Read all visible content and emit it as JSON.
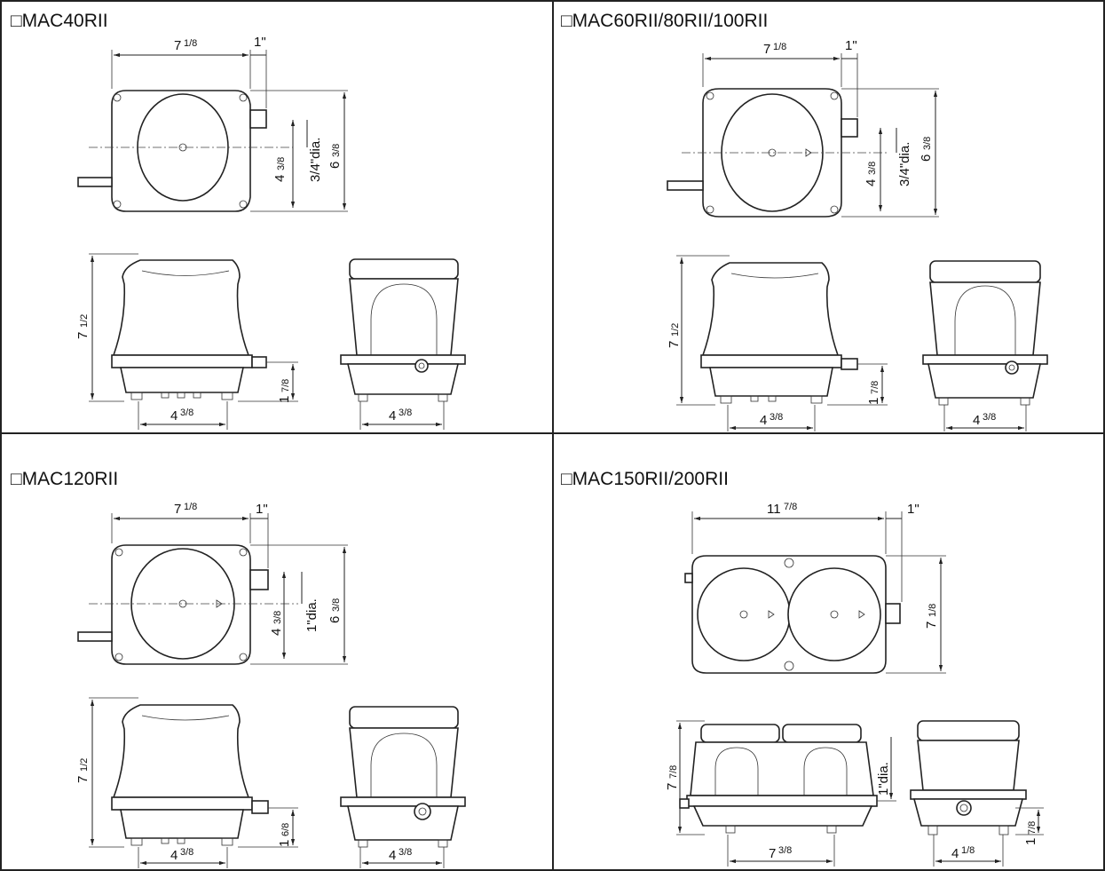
{
  "panels": [
    {
      "title": "□MAC40RII",
      "top": {
        "width": "7",
        "width_frac": "1/8",
        "outlet": "1\"",
        "hose": "3/4\"dia.",
        "center": "4",
        "center_frac": "3/8",
        "depth": "6",
        "depth_frac": "3/8"
      },
      "front": {
        "height": "7",
        "height_frac": "1/2",
        "feet": "4",
        "feet_frac": "3/8",
        "outlet_h": "1",
        "outlet_h_frac": "7/8"
      },
      "side": {
        "feet": "4",
        "feet_frac": "3/8"
      }
    },
    {
      "title": "□MAC60RII/80RII/100RII",
      "top": {
        "width": "7",
        "width_frac": "1/8",
        "outlet": "1\"",
        "hose": "3/4\"dia.",
        "center": "4",
        "center_frac": "3/8",
        "depth": "6",
        "depth_frac": "3/8"
      },
      "front": {
        "height": "7",
        "height_frac": "1/2",
        "feet": "4",
        "feet_frac": "3/8",
        "outlet_h": "1",
        "outlet_h_frac": "7/8"
      },
      "side": {
        "feet": "4",
        "feet_frac": "3/8"
      }
    },
    {
      "title": "□MAC120RII",
      "top": {
        "width": "7",
        "width_frac": "1/8",
        "outlet": "1\"",
        "hose": "1\"dia.",
        "center": "4",
        "center_frac": "3/8",
        "depth": "6",
        "depth_frac": "3/8"
      },
      "front": {
        "height": "7",
        "height_frac": "1/2",
        "feet": "4",
        "feet_frac": "3/8",
        "outlet_h": "1",
        "outlet_h_frac": "6/8"
      },
      "side": {
        "feet": "4",
        "feet_frac": "3/8"
      }
    },
    {
      "title": "□MAC150RII/200RII",
      "top": {
        "width": "11",
        "width_frac": "7/8",
        "outlet": "1\"",
        "depth": "7",
        "depth_frac": "1/8"
      },
      "front": {
        "height": "7",
        "height_frac": "7/8",
        "hose": "1\"dia.",
        "feet": "7",
        "feet_frac": "3/8"
      },
      "side": {
        "feet": "4",
        "feet_frac": "1/8",
        "outlet_h": "1",
        "outlet_h_frac": "7/8"
      }
    }
  ]
}
